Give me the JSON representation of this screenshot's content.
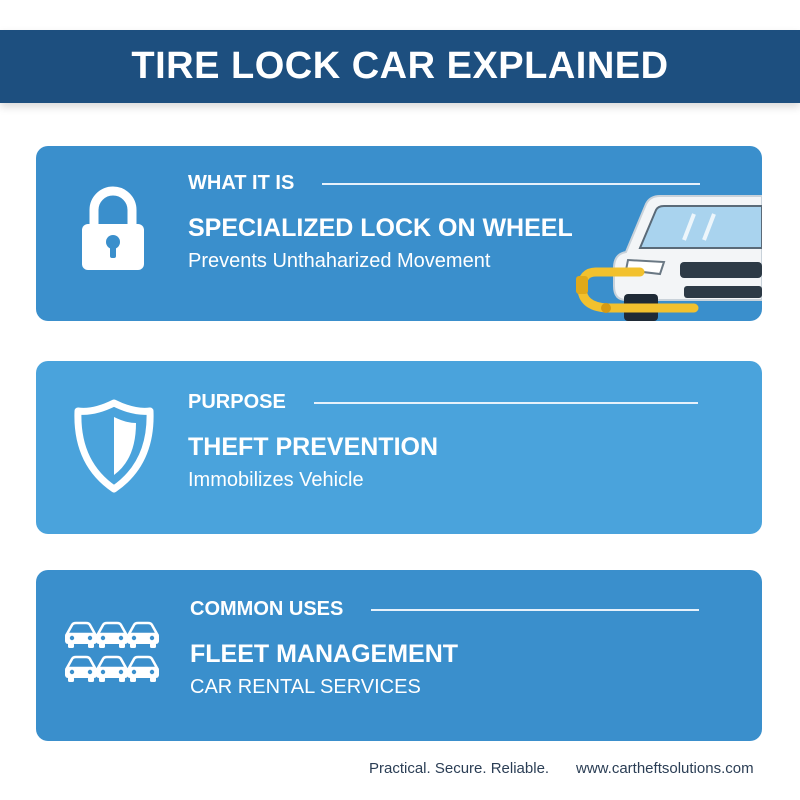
{
  "header": {
    "title": "TIRE LOCK CAR EXPLAINED"
  },
  "cards": [
    {
      "heading": "WHAT IT IS",
      "title": "SPECIALIZED LOCK ON WHEEL",
      "subtitle": "Prevents Unthaharized Movement",
      "icon": "padlock-icon"
    },
    {
      "heading": "PURPOSE",
      "title": "THEFT PREVENTION",
      "subtitle": "Immobilizes Vehicle",
      "icon": "shield-icon"
    },
    {
      "heading": "COMMON USES",
      "title": "FLEET MANAGEMENT",
      "subtitle": "CAR RENTAL SERVICES",
      "icon": "car-fleet-icon"
    }
  ],
  "footer": {
    "tagline": "Practical. Secure. Reliable.",
    "website": "www.cartheftsolutions.com"
  },
  "colors": {
    "banner": "#1d4f7f",
    "card_dark": "#3a8fcc",
    "card_light": "#4aa3dc",
    "clamp": "#f2c12e"
  }
}
